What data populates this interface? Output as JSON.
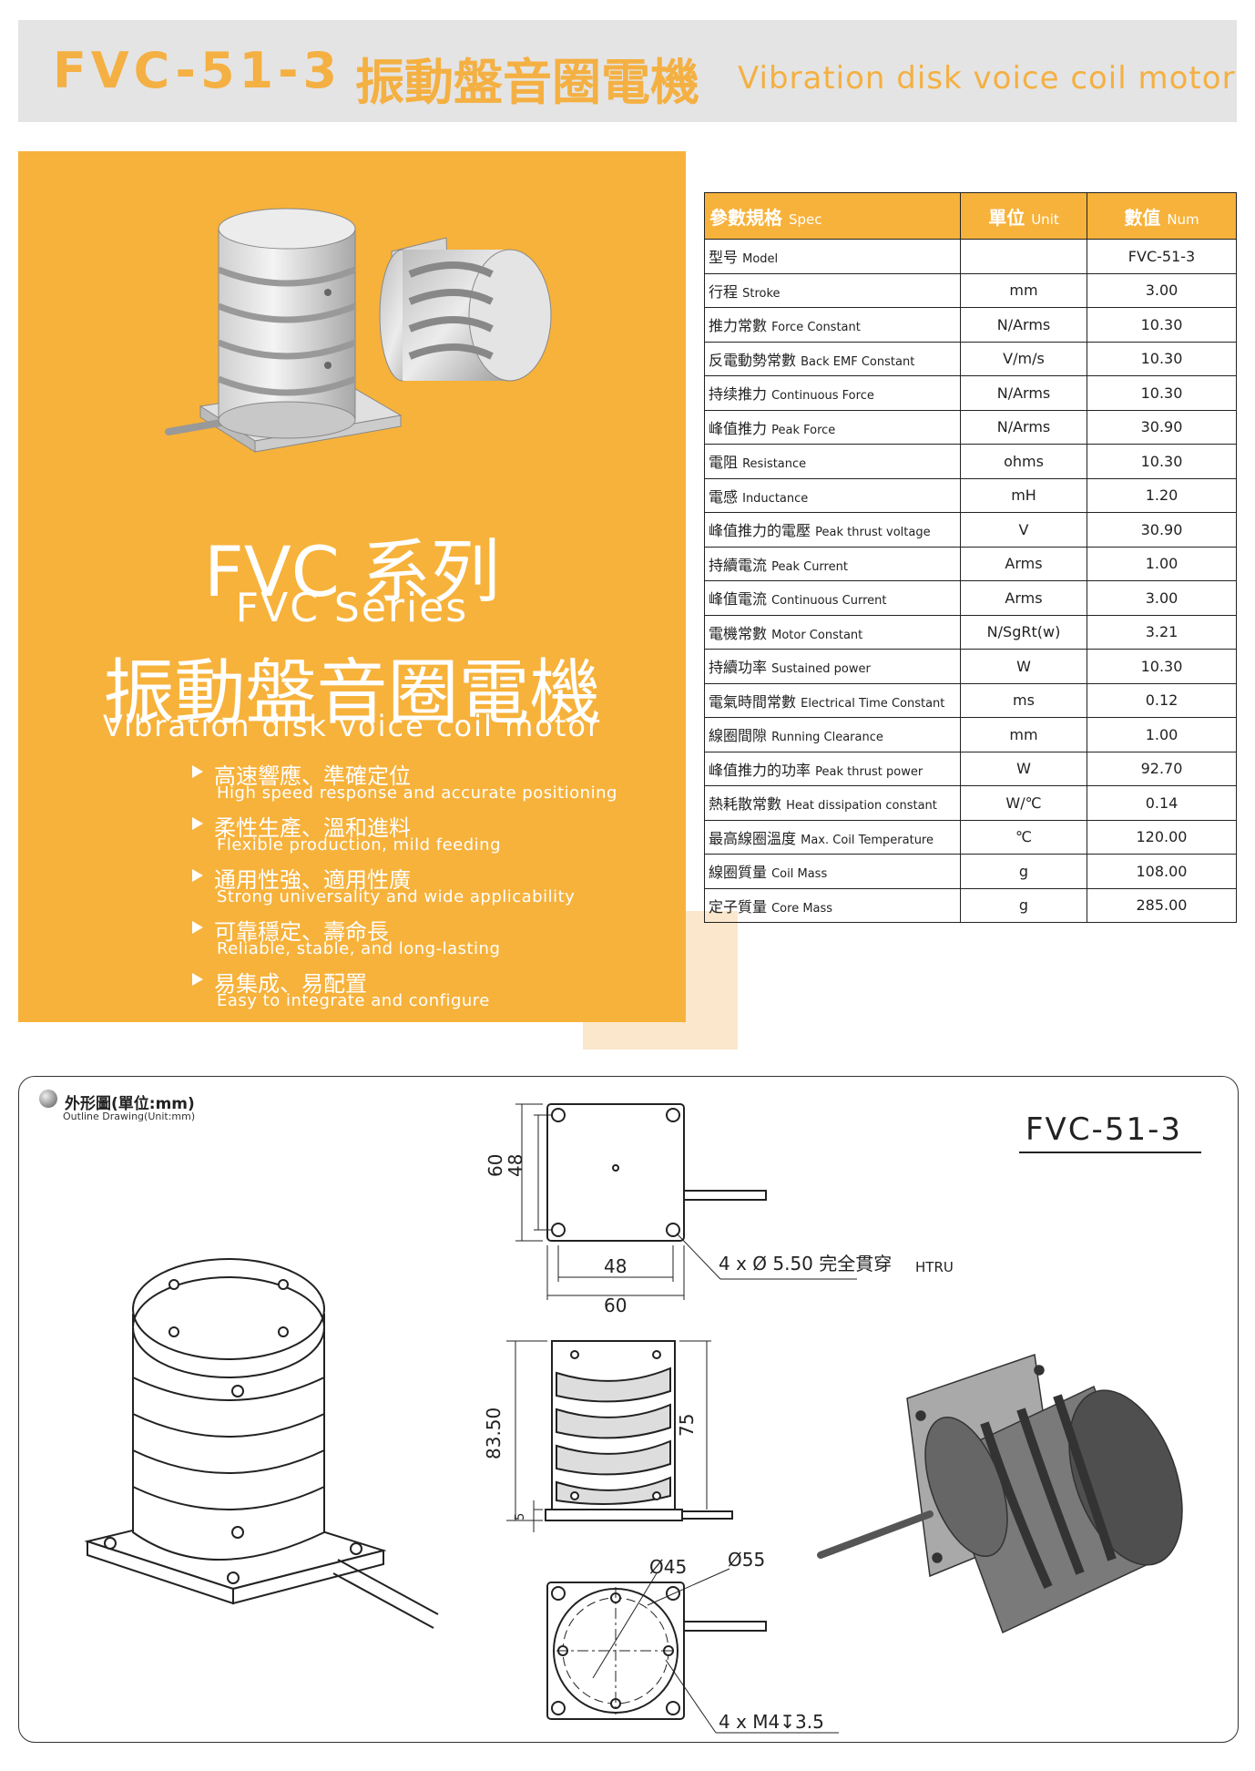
{
  "header": {
    "model": "FVC-51-3",
    "title_zh": "振動盤音圈電機",
    "title_en": "Vibration disk voice coil motor"
  },
  "promo": {
    "series_zh": "FVC 系列",
    "series_en": "FVC Series",
    "name_zh": "振動盤音圈電機",
    "name_en": "Vibration disk voice coil motor",
    "features": [
      {
        "zh": "高速響應、準確定位",
        "en": "High speed response and accurate positioning"
      },
      {
        "zh": "柔性生產、溫和進料",
        "en": "Flexible production, mild feeding"
      },
      {
        "zh": "通用性強、適用性廣",
        "en": "Strong universality and wide applicability"
      },
      {
        "zh": "可靠穩定、壽命長",
        "en": "Reliable, stable, and long-lasting"
      },
      {
        "zh": "易集成、易配置",
        "en": "Easy to integrate and configure"
      }
    ]
  },
  "spec_table": {
    "headers": {
      "spec_zh": "參數規格",
      "spec_en": "Spec",
      "unit_zh": "單位",
      "unit_en": "Unit",
      "num_zh": "數值",
      "num_en": "Num"
    },
    "rows": [
      {
        "zh": "型号",
        "en": "Model",
        "unit": "",
        "num": "FVC-51-3"
      },
      {
        "zh": "行程",
        "en": "Stroke",
        "unit": "mm",
        "num": "3.00"
      },
      {
        "zh": "推力常數",
        "en": "Force Constant",
        "unit": "N/Arms",
        "num": "10.30"
      },
      {
        "zh": "反電動勢常數",
        "en": "Back EMF Constant",
        "unit": "V/m/s",
        "num": "10.30"
      },
      {
        "zh": "持续推力",
        "en": "Continuous Force",
        "unit": "N/Arms",
        "num": "10.30"
      },
      {
        "zh": "峰值推力",
        "en": "Peak Force",
        "unit": "N/Arms",
        "num": "30.90"
      },
      {
        "zh": "電阻",
        "en": "Resistance",
        "unit": "ohms",
        "num": "10.30"
      },
      {
        "zh": "電感",
        "en": "Inductance",
        "unit": "mH",
        "num": "1.20"
      },
      {
        "zh": "峰值推力的電壓",
        "en": "Peak thrust voltage",
        "unit": "V",
        "num": "30.90"
      },
      {
        "zh": "持續電流",
        "en": "Peak Current",
        "unit": "Arms",
        "num": "1.00"
      },
      {
        "zh": "峰值電流",
        "en": "Continuous Current",
        "unit": "Arms",
        "num": "3.00"
      },
      {
        "zh": "電機常數",
        "en": "Motor Constant",
        "unit": "N/SgRt(w)",
        "num": "3.21"
      },
      {
        "zh": "持續功率",
        "en": "Sustained power",
        "unit": "W",
        "num": "10.30"
      },
      {
        "zh": "電氣時間常數",
        "en": "Electrical Time Constant",
        "unit": "ms",
        "num": "0.12"
      },
      {
        "zh": "線圈間隙",
        "en": "Running Clearance",
        "unit": "mm",
        "num": "1.00"
      },
      {
        "zh": "峰值推力的功率",
        "en": "Peak thrust power",
        "unit": "W",
        "num": "92.70"
      },
      {
        "zh": "熱耗散常數",
        "en": "Heat dissipation constant",
        "unit": "W/℃",
        "num": "0.14"
      },
      {
        "zh": "最高線圈溫度",
        "en": "Max. Coil Temperature",
        "unit": "℃",
        "num": "120.00"
      },
      {
        "zh": "線圈質量",
        "en": "Coil Mass",
        "unit": "g",
        "num": "108.00"
      },
      {
        "zh": "定子質量",
        "en": "Core Mass",
        "unit": "g",
        "num": "285.00"
      }
    ]
  },
  "outline": {
    "title_zh": "外形圖(單位:mm)",
    "title_en": "Outline Drawing(Unit:mm)",
    "model": "FVC-51-3",
    "dims": {
      "d60_v": "60",
      "d48_v": "48",
      "d48_h": "48",
      "d60_h": "60",
      "holes": "4 x Ø 5.50 完全貫穿",
      "holes_suffix": "HTRU",
      "height": "83.50",
      "stroke_h": "75",
      "base_h": "5",
      "dia45": "Ø45",
      "dia55": "Ø55",
      "tapped": "4 x  M4↧3.5"
    }
  }
}
